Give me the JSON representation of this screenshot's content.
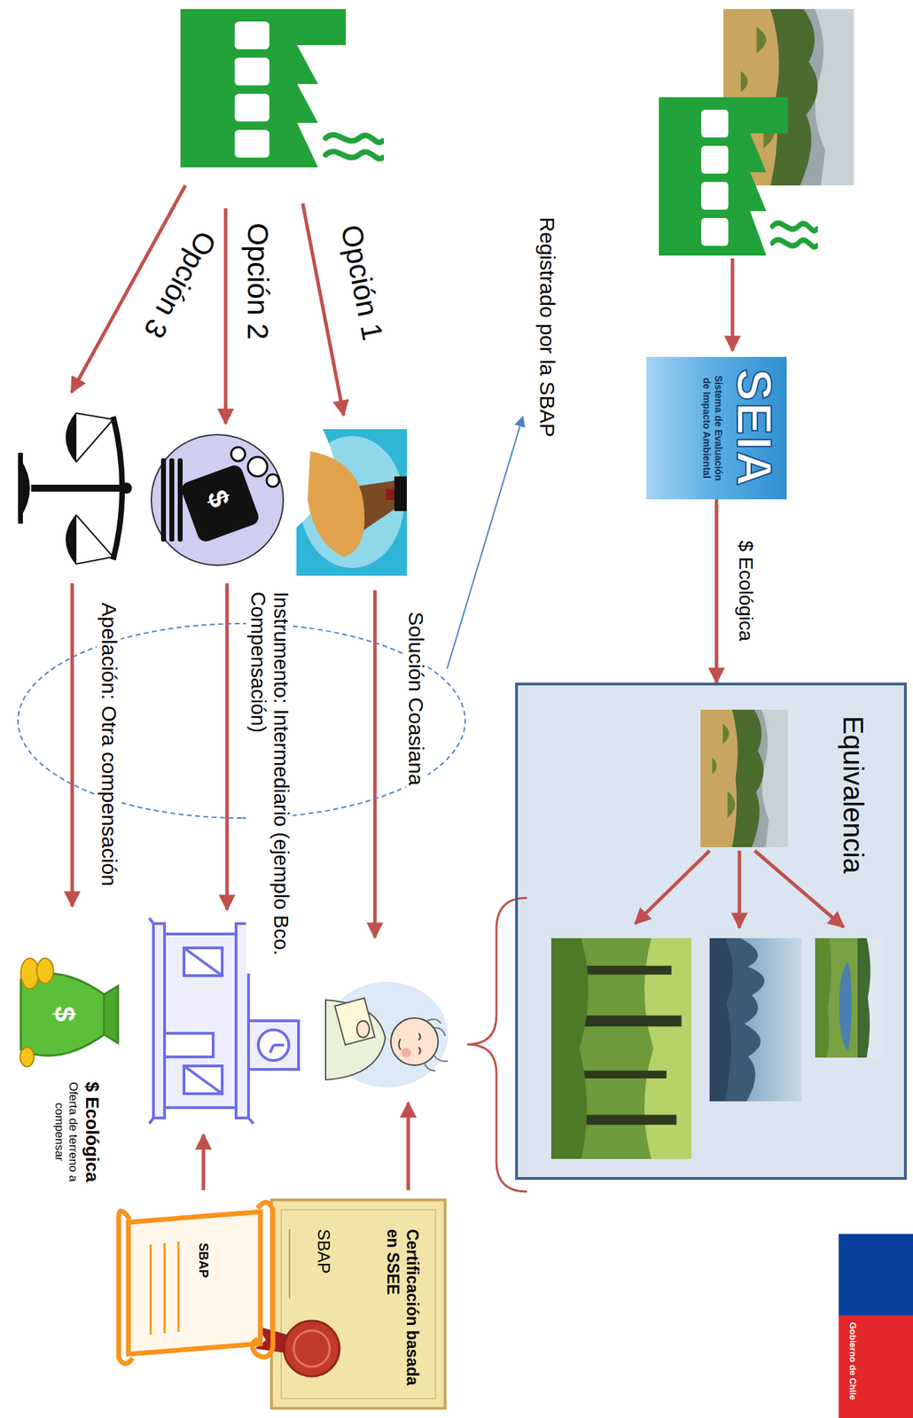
{
  "diagram": {
    "nodes": [
      {
        "text": [
          "Equivalencia"
        ]
      },
      {
        "text": [
          "SEIA",
          "Sistema de Evaluación de Impacto Ambiental"
        ]
      },
      {
        "text": [
          "Certificación basada en SSEE",
          "SBAP"
        ]
      },
      {
        "text": [
          "SBAP"
        ]
      },
      {
        "text": [
          "$ Ecológica",
          "Oferta de terreno a compensar"
        ]
      },
      {
        "text": [
          "Gobierno de Chile"
        ]
      }
    ],
    "edges": [
      {
        "from": 1,
        "to": 0,
        "arrow": "to",
        "label": "$ Ecológica"
      }
    ],
    "labels": [
      "Registrado por la SBAP",
      "Opción 1",
      "Opción 2",
      "Opción 3",
      "Solución Coasiana",
      "Instrumento: Intermediario (ejemplo Bco. Compensación)",
      "Apelación: Otra compensación",
      "$",
      "$"
    ]
  }
}
